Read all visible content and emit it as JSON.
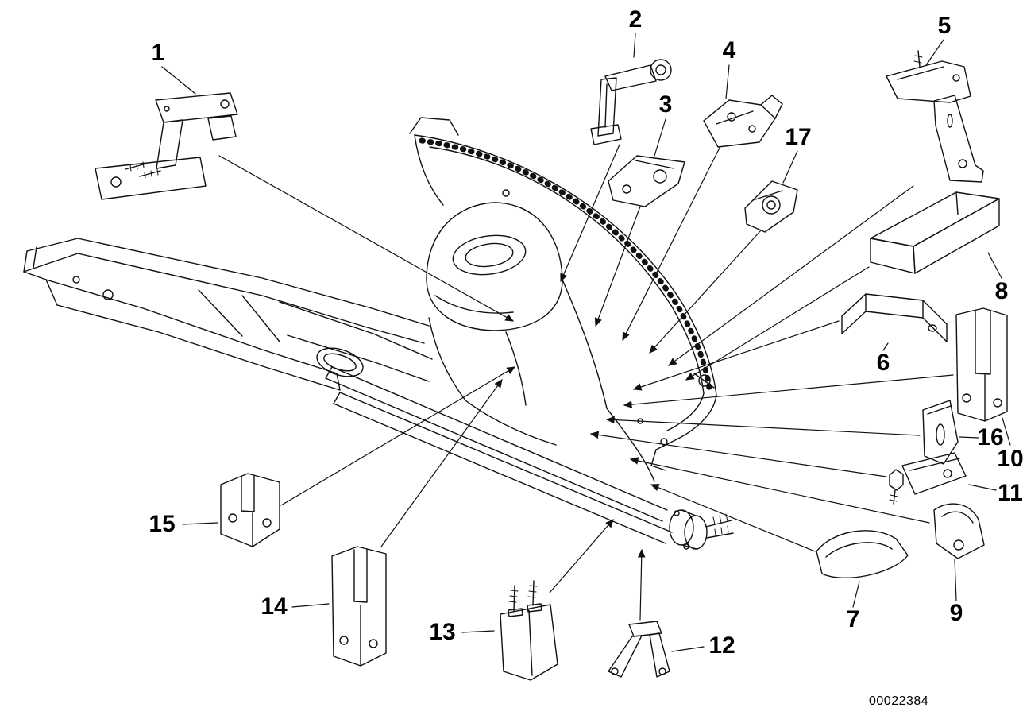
{
  "diagram": {
    "code": "00022384"
  },
  "labels": {
    "part1": "1",
    "part2": "2",
    "part3": "3",
    "part4": "4",
    "part5": "5",
    "part6": "6",
    "part7": "7",
    "part8": "8",
    "part9": "9",
    "part10": "10",
    "part11": "11",
    "part12": "12",
    "part13": "13",
    "part14": "14",
    "part15": "15",
    "part16": "16",
    "part17": "17"
  },
  "colors": {
    "background": "#ffffff",
    "line": "#111111"
  }
}
